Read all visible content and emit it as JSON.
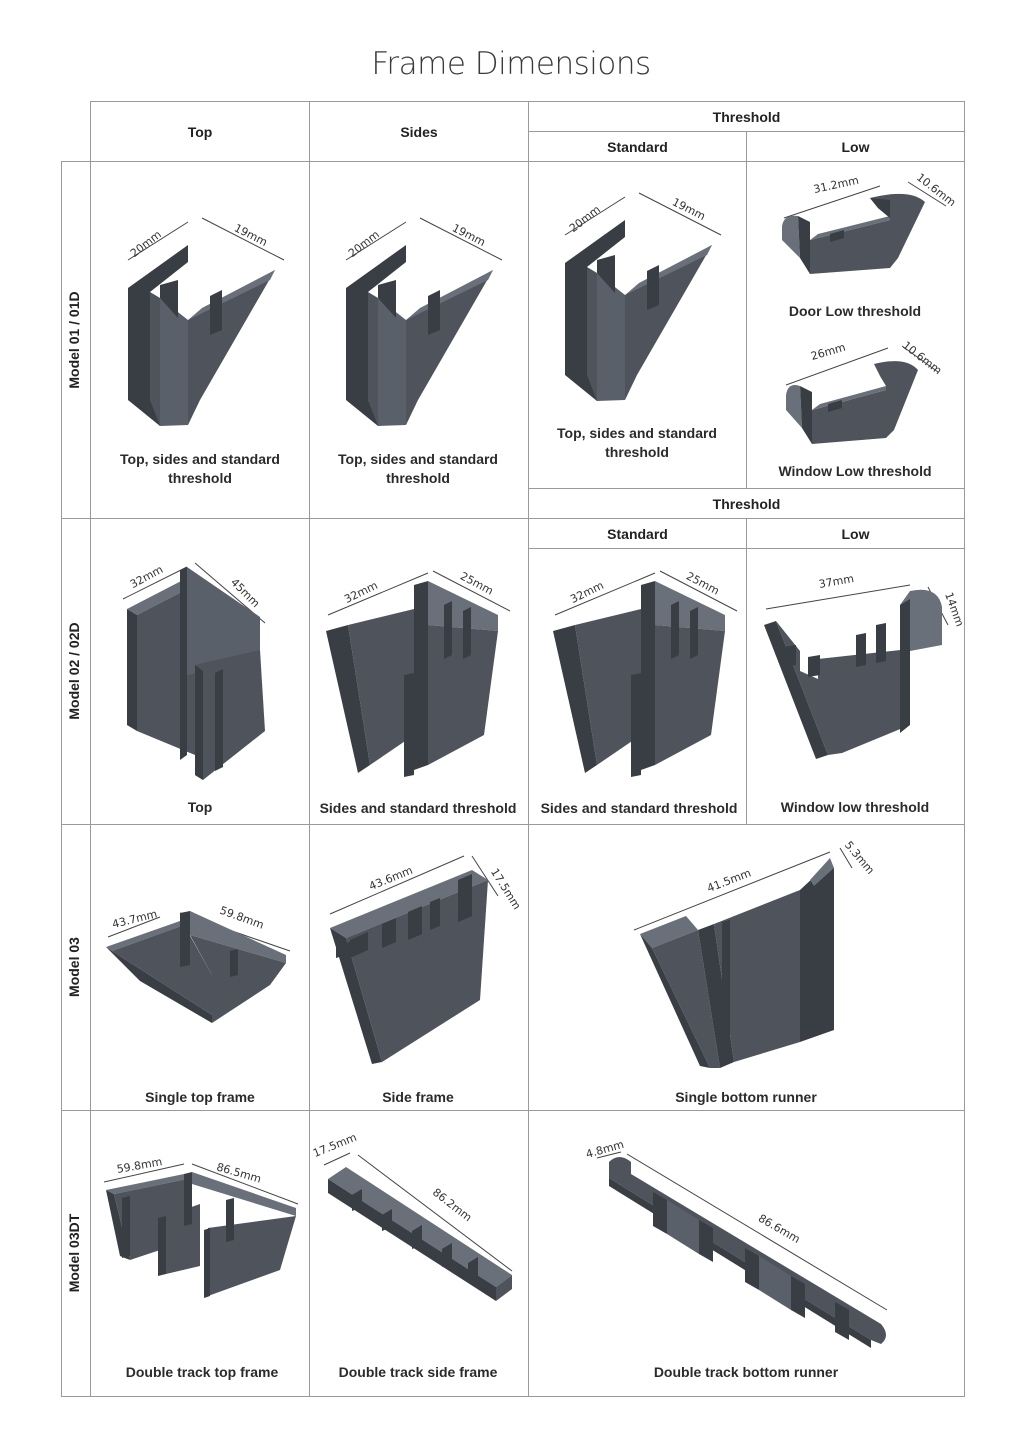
{
  "title": "Frame Dimensions",
  "headers": {
    "top": "Top",
    "sides": "Sides",
    "threshold": "Threshold",
    "standard": "Standard",
    "low": "Low"
  },
  "sub_headers": {
    "threshold": "Threshold",
    "standard": "Standard",
    "low": "Low"
  },
  "rows": {
    "r1": {
      "label": "Model 01 / 01D"
    },
    "r2": {
      "label": "Model 02 / 02D"
    },
    "r3": {
      "label": "Model 03"
    },
    "r4": {
      "label": "Model 03DT"
    }
  },
  "cells": {
    "r1_top": {
      "caption": "Top, sides and standard threshold",
      "dims": [
        "20mm",
        "19mm"
      ]
    },
    "r1_sides": {
      "caption": "Top, sides and standard threshold",
      "dims": [
        "20mm",
        "19mm"
      ]
    },
    "r1_std": {
      "caption": "Top, sides and standard threshold",
      "dims": [
        "20mm",
        "19mm"
      ]
    },
    "r1_low_door": {
      "caption": "Door Low threshold",
      "dims": [
        "31.2mm",
        "10.6mm"
      ]
    },
    "r1_low_window": {
      "caption": "Window Low threshold",
      "dims": [
        "26mm",
        "10.6mm"
      ]
    },
    "r2_top": {
      "caption": "Top",
      "dims": [
        "32mm",
        "45mm"
      ]
    },
    "r2_sides": {
      "caption": "Sides and standard threshold",
      "dims": [
        "32mm",
        "25mm"
      ]
    },
    "r2_std": {
      "caption": "Sides and standard threshold",
      "dims": [
        "32mm",
        "25mm"
      ]
    },
    "r2_low": {
      "caption": "Window low threshold",
      "dims": [
        "37mm",
        "14mm"
      ]
    },
    "r3_top": {
      "caption": "Single top frame",
      "dims": [
        "43.7mm",
        "59.8mm"
      ]
    },
    "r3_side": {
      "caption": "Side frame",
      "dims": [
        "43.6mm",
        "17.5mm"
      ]
    },
    "r3_bottom": {
      "caption": "Single bottom runner",
      "dims": [
        "41.5mm",
        "5.3mm"
      ]
    },
    "r4_top": {
      "caption": "Double track top frame",
      "dims": [
        "59.8mm",
        "86.5mm"
      ]
    },
    "r4_side": {
      "caption": "Double track side frame",
      "dims": [
        "17.5mm",
        "86.2mm"
      ]
    },
    "r4_bottom": {
      "caption": "Double track bottom runner",
      "dims": [
        "4.8mm",
        "86.6mm"
      ]
    }
  },
  "colors": {
    "profile": "#4e535c",
    "profile_dark": "#393d44",
    "profile_light": "#6a707a",
    "grid": "#9a9a9a"
  }
}
